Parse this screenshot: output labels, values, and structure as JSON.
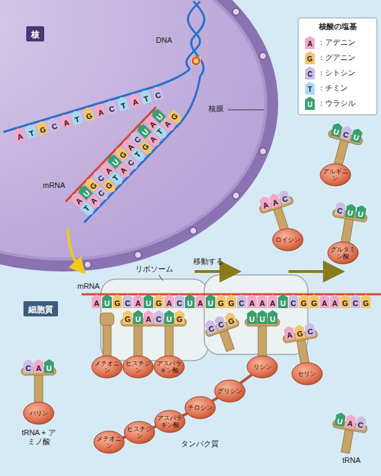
{
  "diagram": {
    "nodes": [
      {
        "text": [
          "核"
        ]
      },
      {
        "text": [
          "細胞質"
        ]
      },
      {
        "text": [
          "アルギニン"
        ]
      },
      {
        "text": [
          "ロイシン"
        ]
      },
      {
        "text": [
          "グルタミン酸"
        ]
      },
      {
        "text": [
          "バリン"
        ]
      },
      {
        "text": [
          "メチオニン"
        ]
      },
      {
        "text": [
          "ヒスチジン"
        ]
      },
      {
        "text": [
          "アスパラギン酸"
        ]
      },
      {
        "text": [
          "リシン"
        ]
      },
      {
        "text": [
          "セリン"
        ]
      },
      {
        "text": [
          "グリシン"
        ]
      },
      {
        "text": [
          "チロシン"
        ]
      },
      {
        "text": [
          "アスパラギン酸"
        ]
      },
      {
        "text": [
          "ヒスチジン"
        ]
      },
      {
        "text": [
          "メチオニン"
        ]
      }
    ],
    "edges": [
      {
        "from": 15,
        "to": 14,
        "arrow": "none"
      },
      {
        "from": 14,
        "to": 13,
        "arrow": "none"
      },
      {
        "from": 13,
        "to": 12,
        "arrow": "none"
      },
      {
        "from": 12,
        "to": 11,
        "arrow": "none"
      },
      {
        "from": 11,
        "to": 9,
        "arrow": "none"
      }
    ],
    "labels": [
      "DNA",
      "核膜",
      "mRNA",
      "リボソーム",
      "移動する",
      "mRNA",
      "tRNA + アミノ酸",
      "tRNA",
      "タンパク質",
      "核酸の塩基",
      "A",
      "G",
      "C",
      "T",
      "U",
      "A",
      "T",
      "G",
      "C",
      "A",
      "T",
      "G",
      "A",
      "C",
      "T",
      "A",
      "T",
      "C",
      "T",
      "A",
      "C",
      "G",
      "T",
      "A",
      "C",
      "T",
      "G",
      "A",
      "T",
      "A",
      "G",
      "A",
      "U",
      "G",
      "C",
      "A",
      "U",
      "G",
      "A",
      "C",
      "U",
      "A",
      "U",
      "A",
      "U",
      "G",
      "C",
      "A",
      "U",
      "G",
      "A",
      "C",
      "U",
      "A",
      "U",
      "G",
      "G",
      "C",
      "A",
      "A",
      "A",
      "U",
      "C",
      "G",
      "G",
      "A",
      "A",
      "G",
      "C",
      "G",
      "U",
      "C",
      "U",
      "A",
      "A",
      "C",
      "C",
      "U",
      "U",
      "C",
      "A",
      "U",
      "G",
      "U",
      "A",
      "C",
      "U",
      "G",
      "C",
      "C",
      "G",
      "U",
      "U",
      "U",
      "A",
      "G",
      "C",
      "U",
      "A",
      "C"
    ],
    "legend": [
      {
        "text": "：アデニン",
        "color": "#f5a8c8"
      },
      {
        "text": "：グアニン",
        "color": "#f6c46a"
      },
      {
        "text": "：シトシン",
        "color": "#cbbde6"
      },
      {
        "text": "：チミン",
        "color": "#a9d9f2"
      },
      {
        "text": "：ウラシル",
        "color": "#3a9e6e"
      }
    ]
  }
}
